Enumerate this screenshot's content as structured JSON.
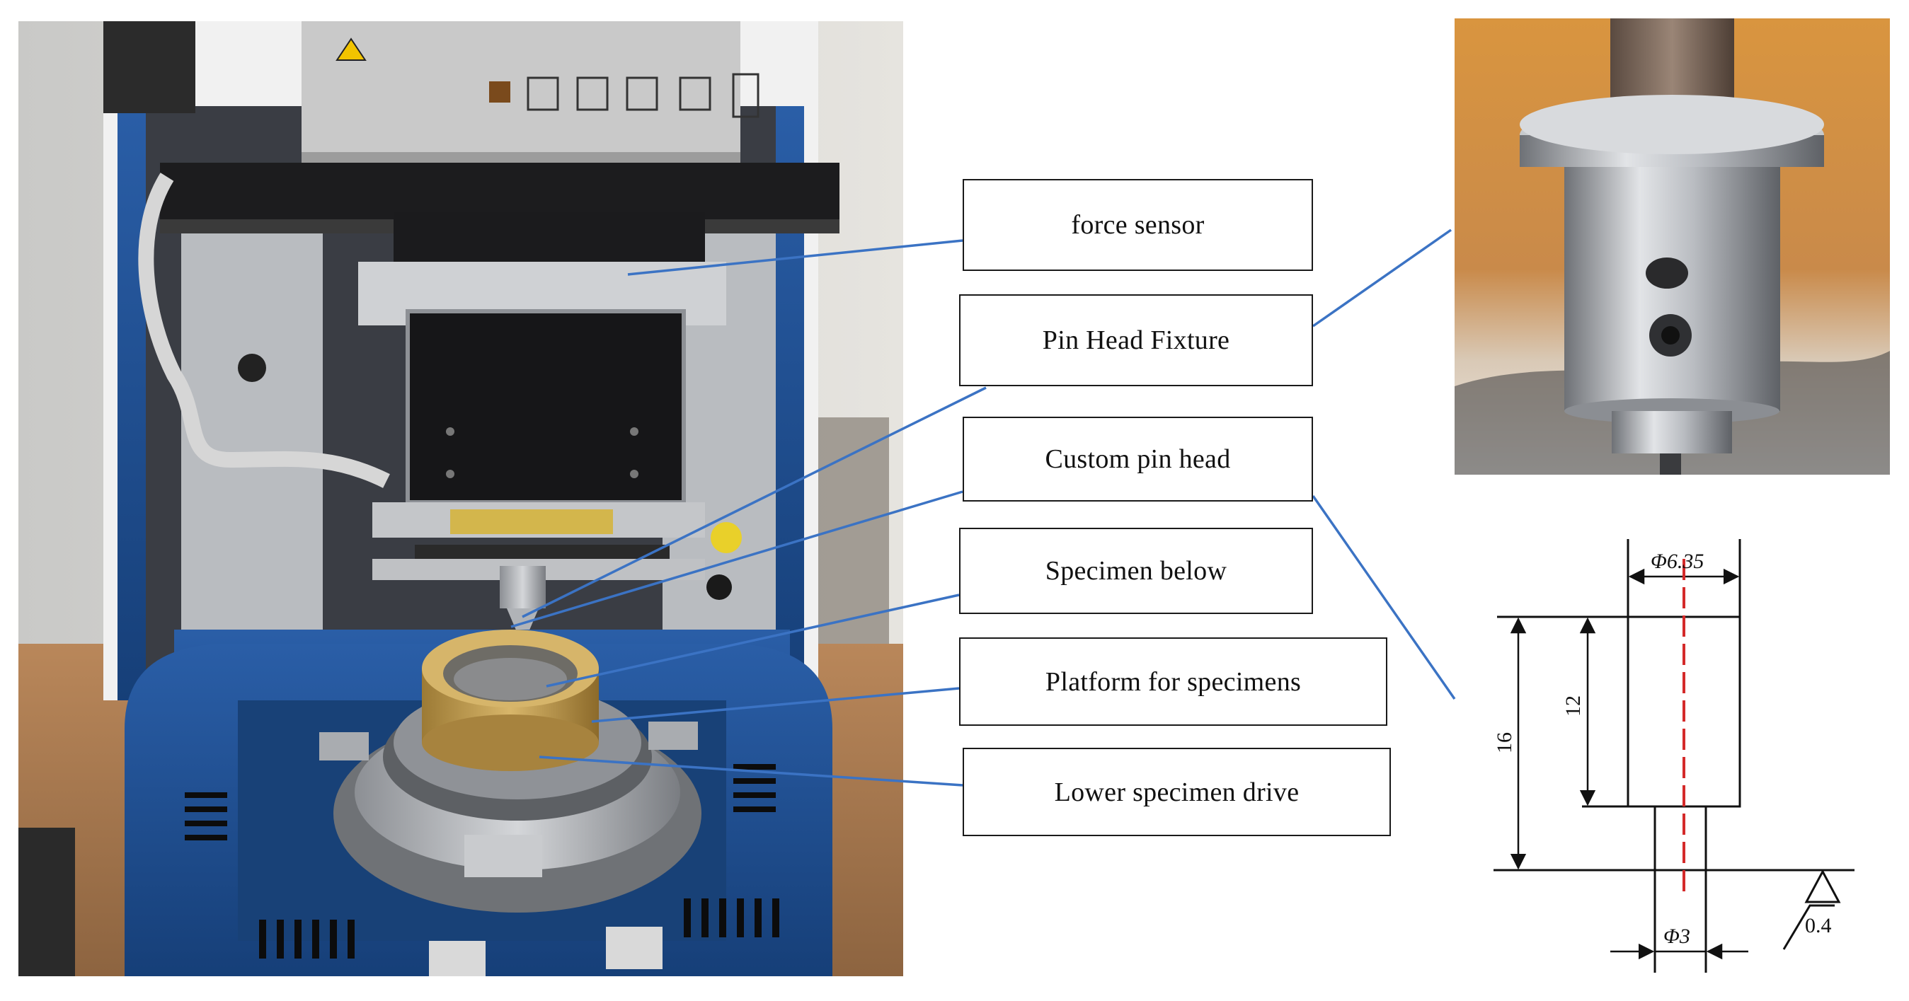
{
  "labels": {
    "force_sensor": "force sensor",
    "pin_head_fixture": "Pin Head Fixture",
    "custom_pin_head": "Custom pin head",
    "specimen_below": "Specimen below",
    "platform": "Platform for specimens",
    "lower_drive": "Lower specimen drive"
  },
  "drawing": {
    "dim_top_diameter": "Φ6.35",
    "dim_bottom_diameter": "Φ3",
    "dim_total_length": "16",
    "dim_head_length": "12",
    "roughness": "0.4"
  },
  "colors": {
    "leader_line": "#3b73c4",
    "label_border": "#1a1a1a",
    "centerline": "#d42a2a",
    "machine_blue": "#1d4e8f"
  },
  "icons": {
    "roughness_symbol": "surface-roughness-triangle-icon"
  }
}
